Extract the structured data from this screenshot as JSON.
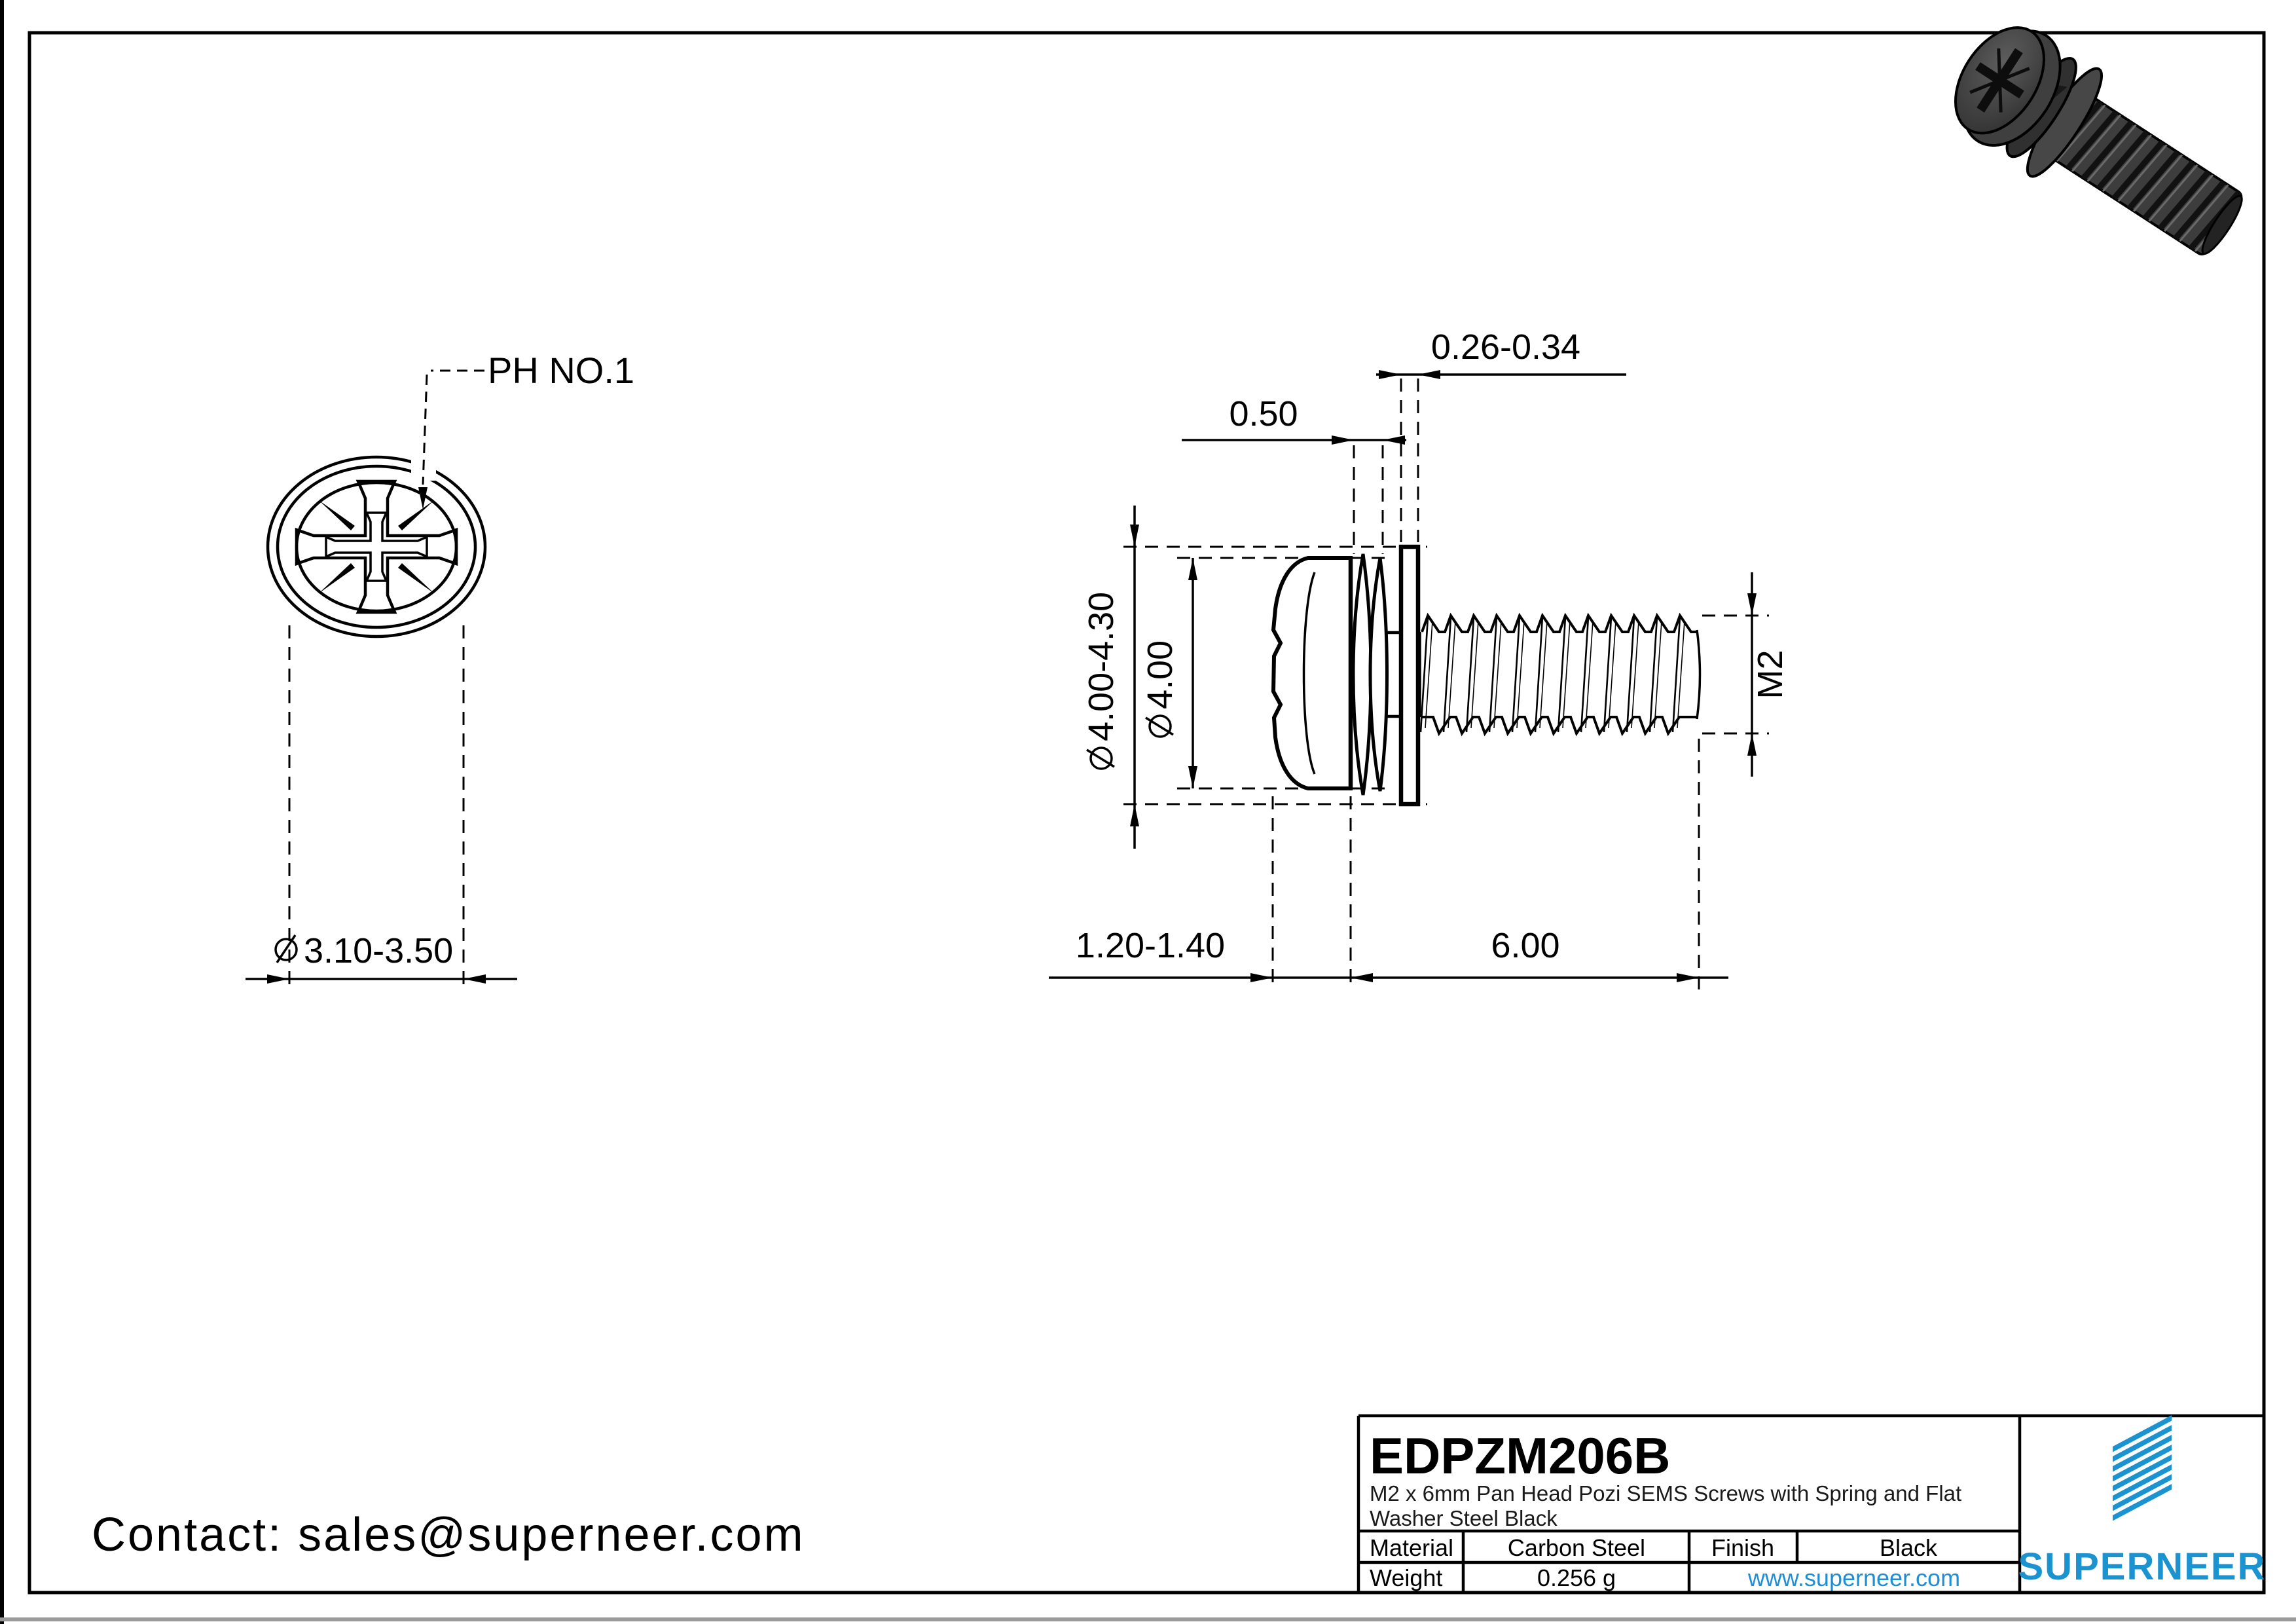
{
  "front_view": {
    "drive_label": "PH NO.1",
    "recess_dia": "3.10-3.50"
  },
  "side_view": {
    "washer_od": "4.00-4.30",
    "head_od": "4.00",
    "spring_washer_thickness": "0.50",
    "flat_washer_thickness": "0.26-0.34",
    "thread_spec": "M2",
    "head_height": "1.20-1.40",
    "thread_length": "6.00"
  },
  "title_block": {
    "part_number": "EDPZM206B",
    "description_line1": "M2 x 6mm Pan Head Pozi SEMS Screws with Spring and Flat",
    "description_line2": "Washer Steel Black",
    "material_label": "Material",
    "material_value": "Carbon Steel",
    "finish_label": "Finish",
    "finish_value": "Black",
    "weight_label": "Weight",
    "weight_value": "0.256 g",
    "website": "www.superneer.com",
    "brand": "SUPERNEER"
  },
  "contact": {
    "text": "Contact: sales@superneer.com"
  },
  "colors": {
    "brand_blue": "#1b93d0",
    "link_blue": "#1e8fd5",
    "line": "#000000"
  }
}
